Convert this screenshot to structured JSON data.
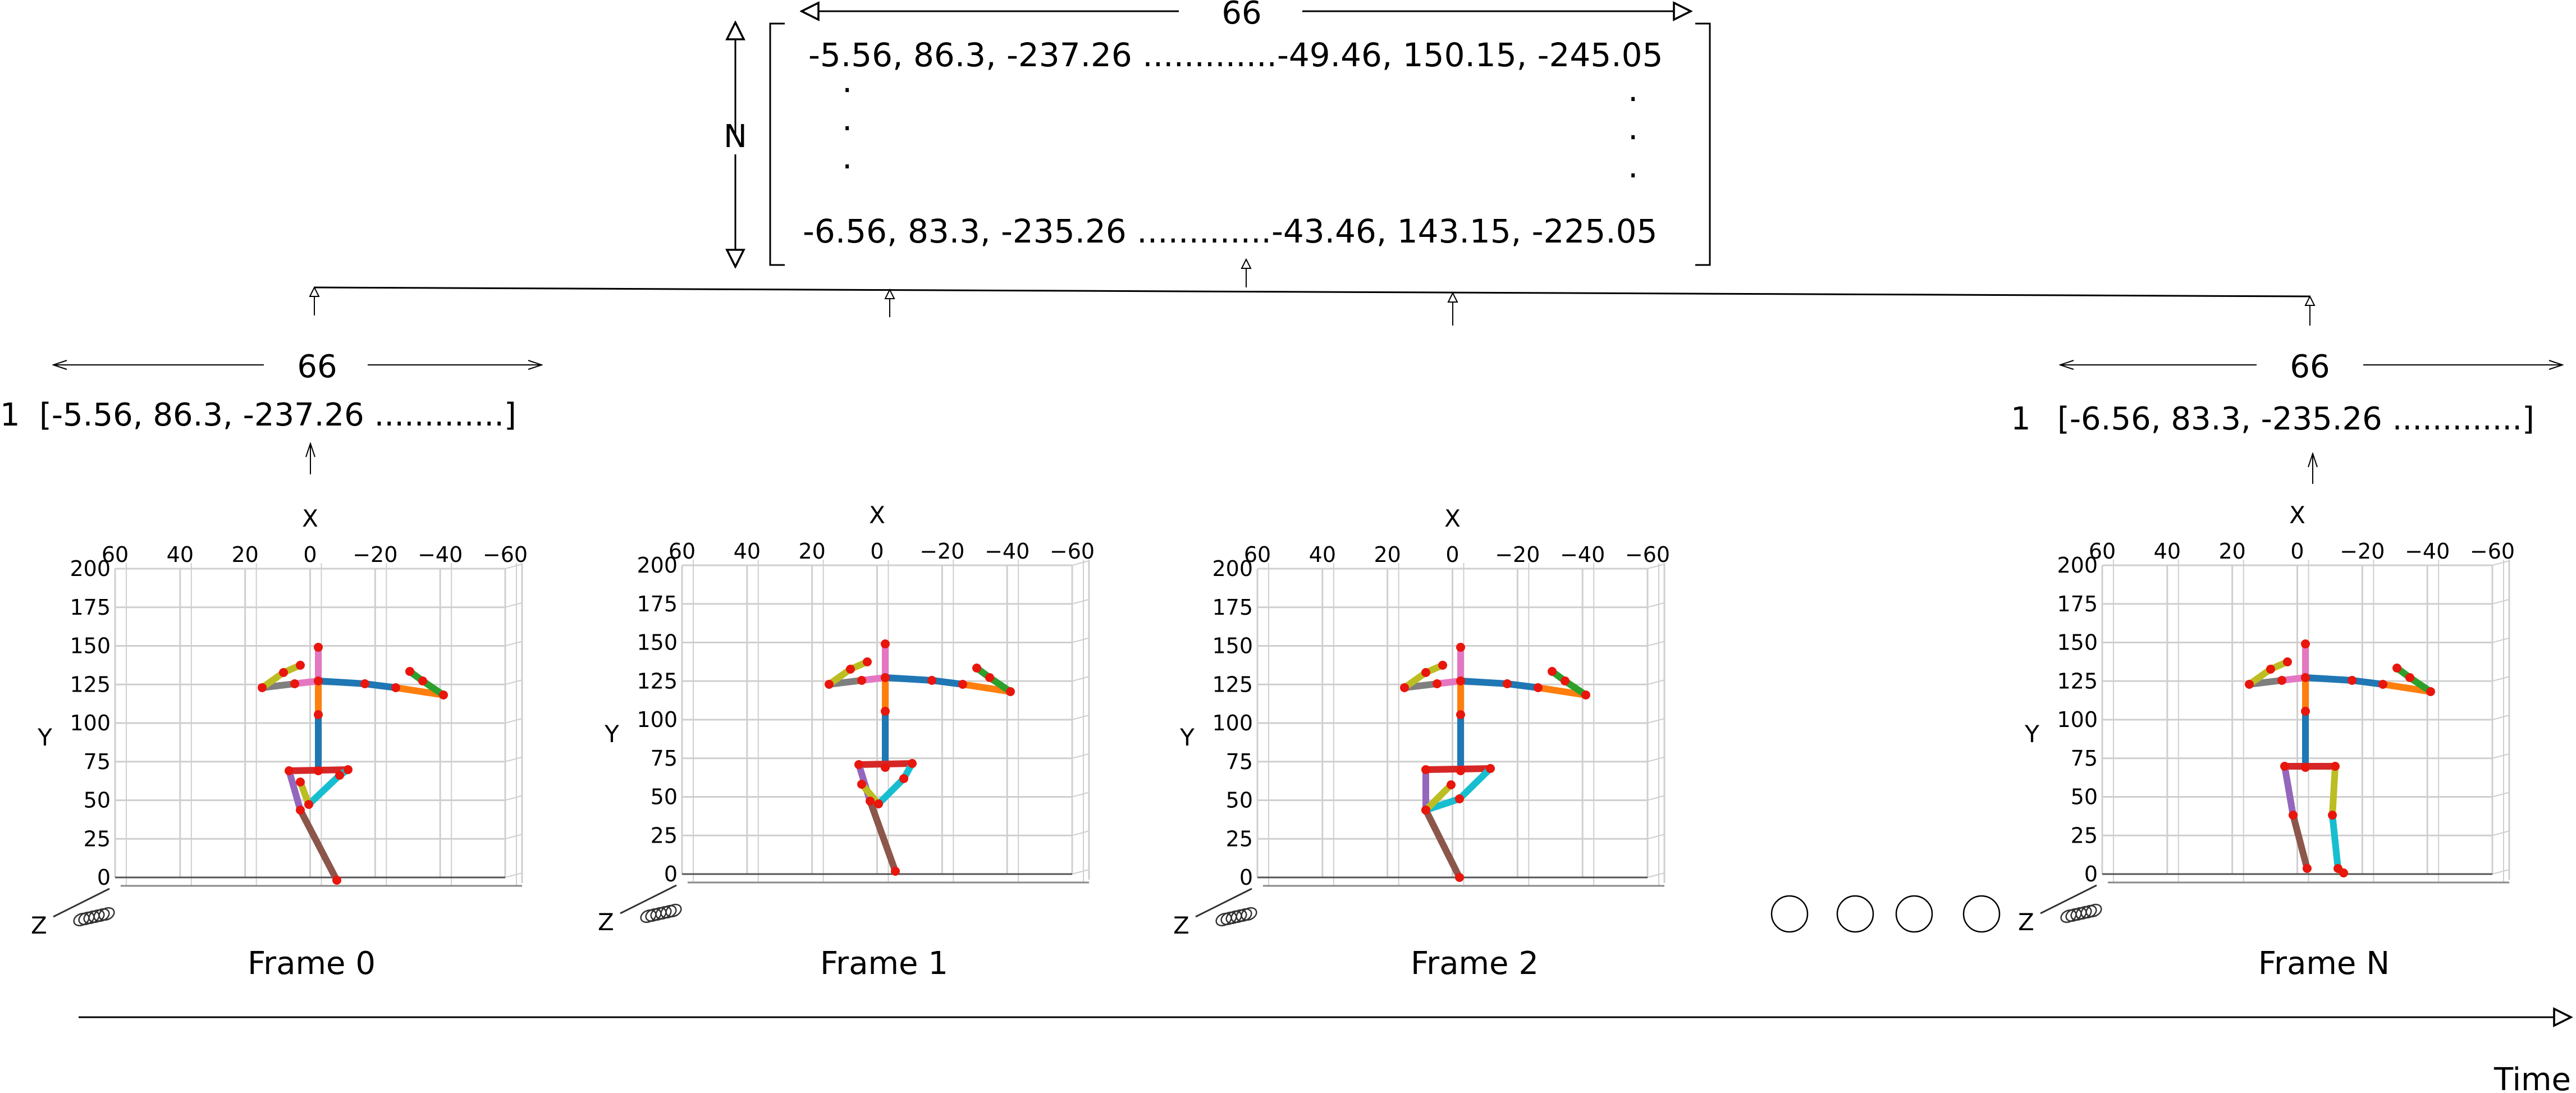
{
  "matrix": {
    "width_label": "66",
    "height_label": "N",
    "first_row": "-5.56, 86.3, -237.26 .............-49.46, 150.15, -245.05",
    "last_row": "-6.56, 83.3, -235.26 .............-43.46, 143.15, -225.05",
    "dot": "."
  },
  "vectors": [
    {
      "dim_label": "66",
      "row_label": "1",
      "text": "[-5.56, 86.3, -237.26 .............]"
    },
    {
      "dim_label": "66",
      "row_label": "1",
      "text": "[-6.56, 83.3, -235.26 .............]"
    }
  ],
  "axes": {
    "x_label": "X",
    "y_label": "Y",
    "z_label": "Z",
    "x_ticks": [
      "60",
      "40",
      "20",
      "0",
      "−20",
      "−40",
      "−60"
    ],
    "y_ticks": [
      "200",
      "175",
      "150",
      "125",
      "100",
      "75",
      "50",
      "25",
      "0"
    ]
  },
  "frames": [
    {
      "label": "Frame 0",
      "pose": "frame0"
    },
    {
      "label": "Frame 1",
      "pose": "frame1"
    },
    {
      "label": "Frame 2",
      "pose": "frame2"
    },
    {
      "label": "Frame N",
      "pose": "frameN"
    }
  ],
  "ellipsis_circle_count": 4,
  "time_label": "Time",
  "colors": {
    "joint": "#e8160c",
    "spine_upper": "#1f77b4",
    "spine_lower": "#ff7f0e",
    "left_arm": "#e377c2",
    "left_forearm": "#7f7f7f",
    "left_hand": "#bcbd22",
    "right_arm": "#1f77b4",
    "right_forearm": "#ff7f0e",
    "right_hand": "#2ca02c",
    "pelvis": "#d62728",
    "left_thigh": "#9467bd",
    "left_shin": "#8c564b",
    "right_thigh": "#bcbd22",
    "right_shin": "#17becf",
    "grid": "#cfcfcf"
  }
}
